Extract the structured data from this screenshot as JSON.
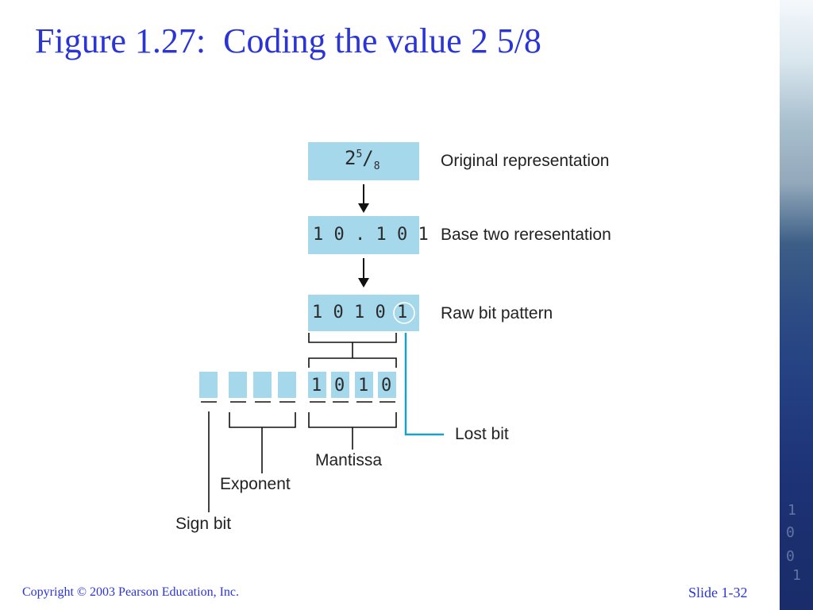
{
  "slide": {
    "title": "Figure 1.27:  Coding the value 2 5/8",
    "footer_left": "Copyright © 2003 Pearson Education, Inc.",
    "footer_right": "Slide 1-32"
  },
  "diagram": {
    "original": {
      "whole": "2",
      "numerator": "5",
      "slash": "/",
      "denominator": "8",
      "label": "Original representation"
    },
    "base_two": {
      "value": "1 0 . 1 0 1",
      "label": "Base two reresentation"
    },
    "raw_bits": {
      "value": "1 0 1 0",
      "lost_bit": "1",
      "label": "Raw bit pattern"
    },
    "mantissa_bits": [
      "1",
      "0",
      "1",
      "0"
    ],
    "labels": {
      "lost_bit": "Lost bit",
      "mantissa": "Mantissa",
      "exponent": "Exponent",
      "sign_bit": "Sign bit"
    }
  },
  "colors": {
    "title": "#2b35d6",
    "box_fill": "#a6d8eb",
    "lost_bit_line": "#1ba0c6"
  }
}
